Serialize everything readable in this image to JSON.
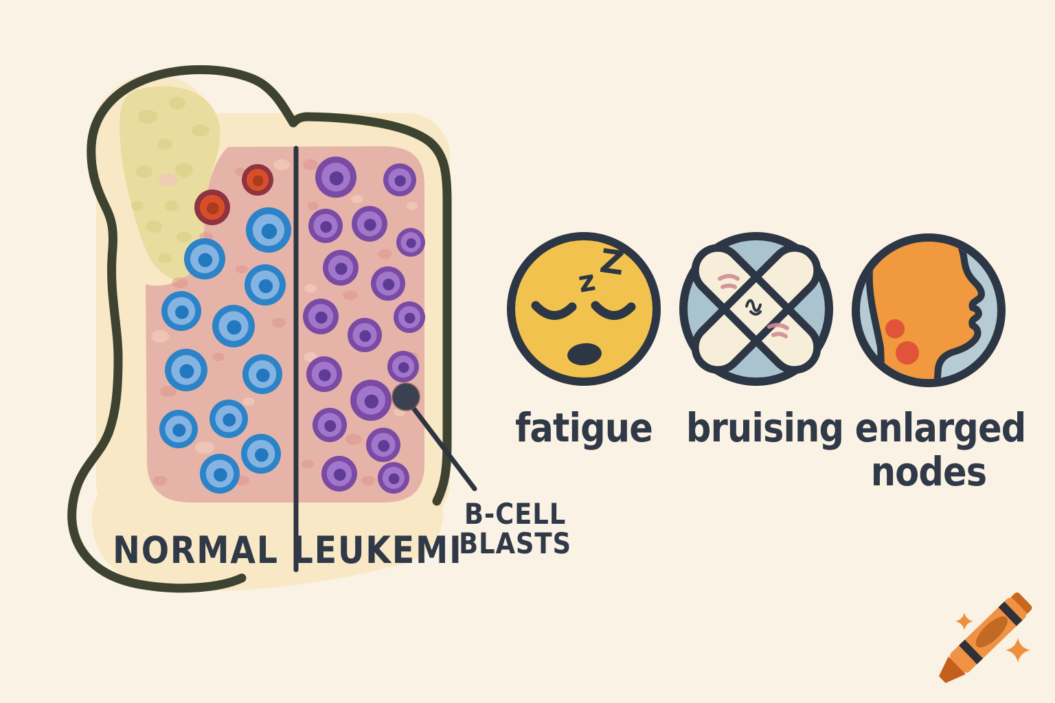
{
  "bone_diagram": {
    "normal_label": "NORMAL",
    "leukemia_label": "LEUKEMI",
    "callout": {
      "line1": "B-CELL",
      "line2": "BLASTS"
    }
  },
  "symptoms": [
    {
      "label": "fatigue",
      "icon": "sleepy-face-icon"
    },
    {
      "label": "bruising",
      "icon": "crossed-bandages-icon"
    },
    {
      "label_line1": "enlarged",
      "label_line2": "nodes",
      "icon": "swollen-lymph-nodes-icon"
    }
  ],
  "icon_glyphs": {
    "sleep_z_small": "z",
    "sleep_z_large": "Z"
  },
  "watermark": {
    "icon": "crayon-icon"
  },
  "colors": {
    "background": "#faf2e4",
    "bone_outline": "#3e4331",
    "bone_cream": "#f9e8c5",
    "spongy": "#e8dc9e",
    "spongy_spot": "#dcd28c",
    "marrow": "#e6b3a9",
    "marrow_speckle": "#d98f84",
    "marrow_speckle_light": "#f0c9ba",
    "ink_navy": "#2e3542",
    "cell_blue_ring": "#2c83c7",
    "cell_blue_body": "#85b4e2",
    "cell_blue_core": "#2278bf",
    "cell_red_ring": "#8e3340",
    "cell_red_body": "#d84e28",
    "cell_red_core": "#aa3c1e",
    "cell_purple_ring": "#7a4ba4",
    "cell_purple_body": "#a277cb",
    "cell_purple_core": "#5f3b95",
    "blast_dot": "#3a4150",
    "fatigue_yellow": "#f2c24e",
    "bruise_blue": "#aac4cf",
    "bandage_cream": "#f6eed8",
    "bandage_mark_pink": "#d18c95",
    "node_circle_blue": "#b6cbd4",
    "head_orange": "#f0993e",
    "node_red": "#e2543a",
    "crayon_orange": "#ef9243",
    "crayon_dark_orange": "#c35f1a",
    "crayon_stripe": "#2f3137",
    "crayon_oval": "#c06a24",
    "sparkle_orange": "#ee8f3e"
  }
}
